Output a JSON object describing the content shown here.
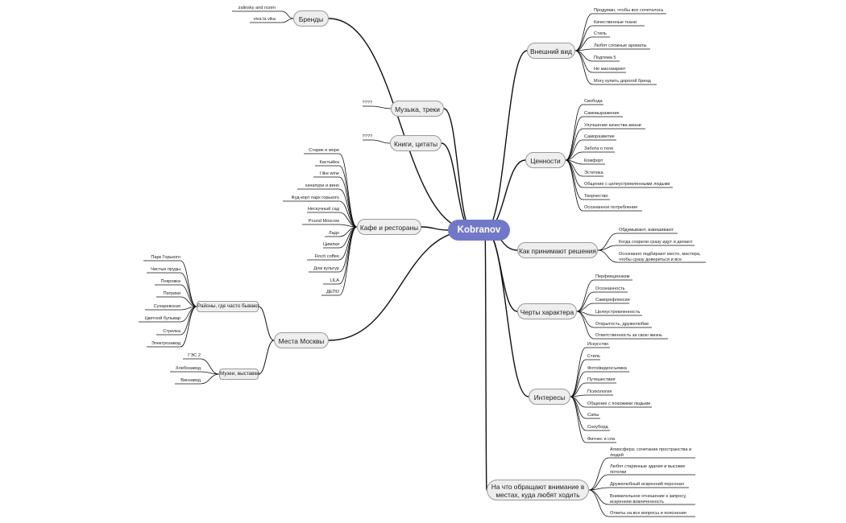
{
  "root": "Kobranov",
  "right": {
    "appearance": {
      "label": "Внешний вид",
      "items": [
        "Продуман, чтобы все сочеталось",
        "Качественные ткани",
        "Стиль",
        "Любят сложные ароматы",
        "Подтема 5",
        "Не массмаркет",
        "Могу купить дорогой бренд"
      ]
    },
    "values": {
      "label": "Ценности",
      "items": [
        "Свобода",
        "Самовыражение",
        "Улучшение качества жизни",
        "Саморазвитие",
        "Забота о теле",
        "Комфорт",
        "Эстетика",
        "Общение с целеустремленными людьми",
        "Творчество",
        "Осознанное потребление"
      ]
    },
    "decisions": {
      "label": "Как принимают решения",
      "items": [
        "Обдумывают, взвешивают",
        "Когда созрели сразу идут и делают",
        "Осознанно подбирают место, мастера, чтобы сразу довериться и все"
      ]
    },
    "traits": {
      "label": "Черты характера",
      "items": [
        "Перфекционизм",
        "Осознанность",
        "Саморефлексия",
        "Целеустремленность",
        "Открытость, дружелюбие",
        "Ответственность за свою жизнь"
      ]
    },
    "interests": {
      "label": "Интересы",
      "items": [
        "Искусство",
        "Стиль",
        "Фото/видеосъемка",
        "Путешествия",
        "Психология",
        "Общение с похожими людьми",
        "Сапы",
        "Сноуборд",
        "Фитнес и спа"
      ]
    },
    "places": {
      "label": "На что обращают внимание в местах, куда любят ходить",
      "items": [
        "Атмосфера: сочетание пространства и людей",
        "Любят старинные здания и высокие потолки",
        "Дружелюбный искренний персонал",
        "Внимательное отношение к запросу, искренняя вовлеченность",
        "Ответы на все вопросы и пояснения"
      ]
    }
  },
  "left": {
    "brands": {
      "label": "Бренды",
      "items": [
        "zalinsky and rozen",
        "viva la vika"
      ]
    },
    "music": {
      "label": "Музыка, треки",
      "items": [
        "????"
      ]
    },
    "books": {
      "label": "Книги, цитаты",
      "items": [
        "????"
      ]
    },
    "cafes": {
      "label": "Кафе и рестораны",
      "items": [
        "Старик и море",
        "Кастыйка",
        "I like wine",
        "хачапури и вино",
        "Фуд-корт парк горького",
        "Нескучный сад",
        "Pound Moscow",
        "Ладо",
        "Цимлки",
        "Finch coffee",
        "Дом культур",
        "LILA",
        "ДЕПО"
      ]
    },
    "moscow": {
      "label": "Места Москвы",
      "districts": {
        "label": "Районы, где часто бывают",
        "items": [
          "Парк Горького",
          "Чистые пруды",
          "Покровка",
          "Патрики",
          "Сухаревская",
          "Цветной бульвар",
          "Стрелка",
          "Электрозавод"
        ]
      },
      "museums": {
        "label": "Музеи, выставки",
        "items": [
          "ГЭС 2",
          "Хлебозавод",
          "Винзавод"
        ]
      }
    }
  }
}
